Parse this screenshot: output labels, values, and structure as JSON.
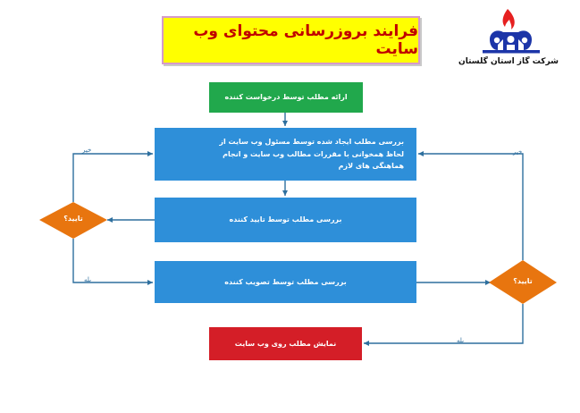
{
  "title": "فرایند بروزرسانی محتوای وب سایت",
  "company": "شرکت گاز استان گلستان",
  "nodes": {
    "request": "ارائه مطلب توسط درخواست کننده",
    "review": "بررسی مطلب ایجاد شده توسط مسئول وب سایت از لحاظ همخوانی با مقررات مطالب وب سایت و انجام هماهنگی های لازم",
    "approve": "بررسی مطلب توسط تایید کننده",
    "ratify": "بررسی مطلب توسط تصویب کننده",
    "display": "نمایش مطلب روی وب سایت"
  },
  "decisions": {
    "left": "تایید؟",
    "right": "تایید؟"
  },
  "edge_labels": {
    "left_no": "خیر",
    "left_yes": "بله",
    "right_no": "خیر",
    "right_yes": "بله"
  },
  "colors": {
    "title_bg": "#ffff00",
    "title_text": "#c00000",
    "start_node": "#21a84c",
    "process_node": "#2e8fd9",
    "end_node": "#d41e27",
    "decision": "#e8750f",
    "connector": "#2e6f9e",
    "logo_blue": "#1c35a8",
    "logo_flame": "#e62020"
  },
  "icons": {
    "logo": "gas-company-flame-logo"
  }
}
